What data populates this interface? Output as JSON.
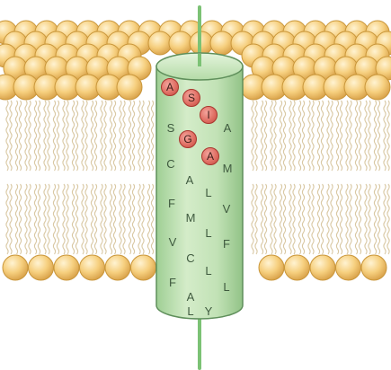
{
  "colors": {
    "lipid_head": "#f4cc7c",
    "lipid_head_edge": "#c9963a",
    "lipid_tail": "#d9c8a3",
    "helix_fill": "#bfe0b5",
    "helix_edge": "#5f8f5b",
    "helix_line": "#7cc275",
    "residue_highlight": "#e07065",
    "residue_text": "#3f5a3f"
  },
  "structure": {
    "upper_leaflet_label": "",
    "lower_leaflet_label": "",
    "helix_label": ""
  },
  "residues": [
    {
      "letter": "A",
      "highlight": true
    },
    {
      "letter": "S",
      "highlight": true
    },
    {
      "letter": "I",
      "highlight": true
    },
    {
      "letter": "S",
      "highlight": false
    },
    {
      "letter": "A",
      "highlight": false
    },
    {
      "letter": "G",
      "highlight": true
    },
    {
      "letter": "C",
      "highlight": false
    },
    {
      "letter": "A",
      "highlight": true
    },
    {
      "letter": "M",
      "highlight": false
    },
    {
      "letter": "A",
      "highlight": false
    },
    {
      "letter": "L",
      "highlight": false
    },
    {
      "letter": "F",
      "highlight": false
    },
    {
      "letter": "V",
      "highlight": false
    },
    {
      "letter": "M",
      "highlight": false
    },
    {
      "letter": "L",
      "highlight": false
    },
    {
      "letter": "V",
      "highlight": false
    },
    {
      "letter": "F",
      "highlight": false
    },
    {
      "letter": "C",
      "highlight": false
    },
    {
      "letter": "L",
      "highlight": false
    },
    {
      "letter": "F",
      "highlight": false
    },
    {
      "letter": "L",
      "highlight": false
    },
    {
      "letter": "A",
      "highlight": false
    },
    {
      "letter": "Y",
      "highlight": false
    },
    {
      "letter": "L",
      "highlight": false
    }
  ]
}
